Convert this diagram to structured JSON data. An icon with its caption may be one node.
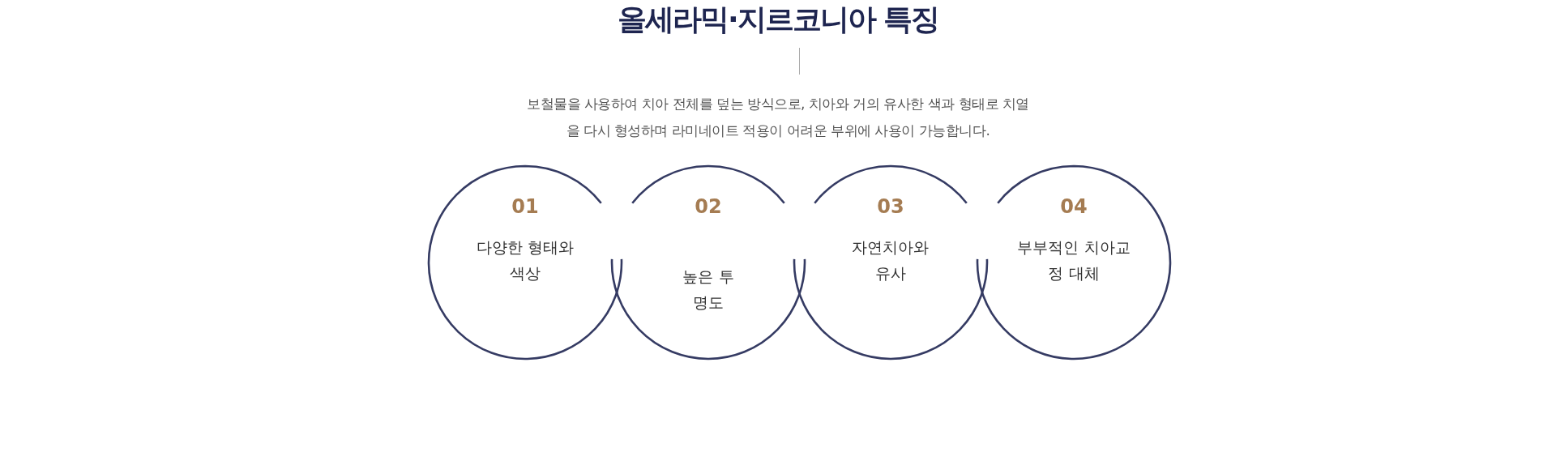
{
  "diagram": {
    "title": "올세라믹·지르코니아 특징",
    "nodes": [
      {
        "text": [
          "01",
          "다양한 형태와 색상"
        ]
      },
      {
        "text": [
          "02",
          "높은 투명도"
        ]
      },
      {
        "text": [
          "03",
          "자연치아와 유사"
        ]
      },
      {
        "text": [
          "04",
          "부부적인 치아교정 대체"
        ]
      }
    ],
    "labels": [
      "보철물을 사용하여 치아 전체를 덮는 방식으로, 치아와 거의 유사한 색과 형태로 치열을 다시 형성하며 라미네이트 적용이 어려운 부위에 사용이 가능합니다."
    ]
  }
}
